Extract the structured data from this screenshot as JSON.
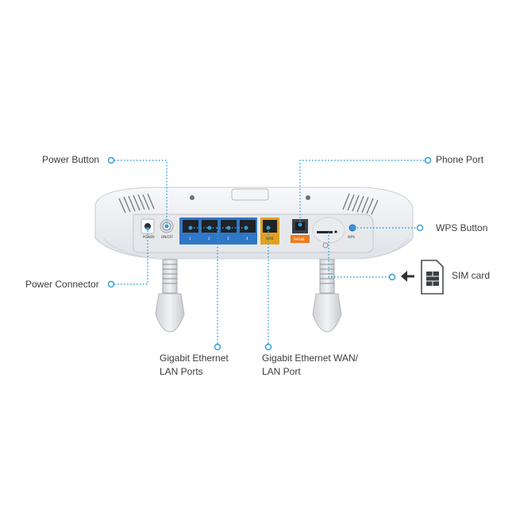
{
  "callouts": {
    "power_button": "Power Button",
    "phone_port": "Phone Port",
    "wps_button": "WPS Button",
    "power_connector": "Power Connector",
    "sim_card": "SIM card",
    "lan_ports_line1": "Gigabit Ethernet",
    "lan_ports_line2": "LAN Ports",
    "wan_port_line1": "Gigabit Ethernet WAN/",
    "wan_port_line2": "LAN Port"
  },
  "device_labels": {
    "power": "POWER",
    "on_off": "ON/OFF",
    "lan_numbers": [
      "1",
      "2",
      "3",
      "4"
    ],
    "wan": "WAN",
    "phone": "PHONE",
    "wps": "WPS"
  },
  "colors": {
    "leader_line": "#2f9fd6",
    "lan_block": "#2f77c7",
    "wan_block": "#e0a21d",
    "phone_block": "#ef7a1c",
    "router_body": "#eef0f3"
  }
}
